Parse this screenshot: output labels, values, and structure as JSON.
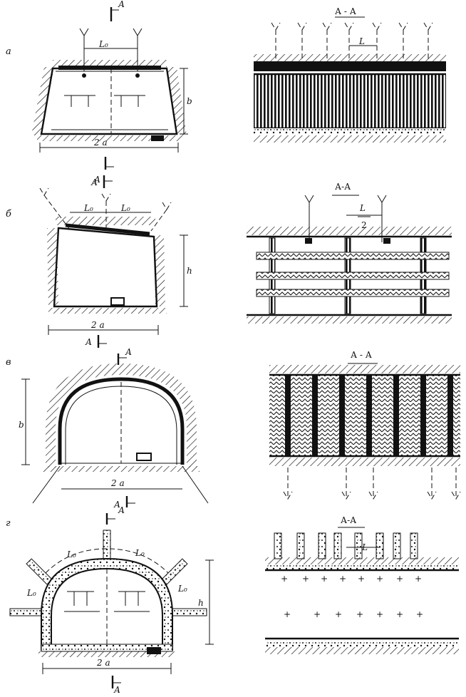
{
  "rows": [
    {
      "id": "a",
      "letter": "а",
      "section": "А - А",
      "cut_top": "А",
      "cut_bottom": "А",
      "span_label": "L₀",
      "span_label_2": "",
      "width_label": "2 a",
      "height_label": "b",
      "section_span": "L"
    },
    {
      "id": "b",
      "letter": "б",
      "section": "А-А",
      "cut_top": "А",
      "cut_bottom": "А",
      "span_label": "L₀",
      "span_label_2": "L₀",
      "width_label": "2 a",
      "height_label": "h",
      "section_span": "L",
      "section_span_denom": "2"
    },
    {
      "id": "v",
      "letter": "в",
      "section": "А - А",
      "cut_top": "А",
      "cut_bottom": "А",
      "span_label": "",
      "width_label": "2 a",
      "height_label": "b"
    },
    {
      "id": "g",
      "letter": "г",
      "section": "А-А",
      "cut_top": "А",
      "cut_bottom": "А",
      "span_label": "L₀",
      "span_label_2": "L₀",
      "span_label_3": "L₀",
      "span_label_4": "L₀",
      "width_label": "2 a",
      "height_label": "h",
      "section_span": "L"
    }
  ]
}
